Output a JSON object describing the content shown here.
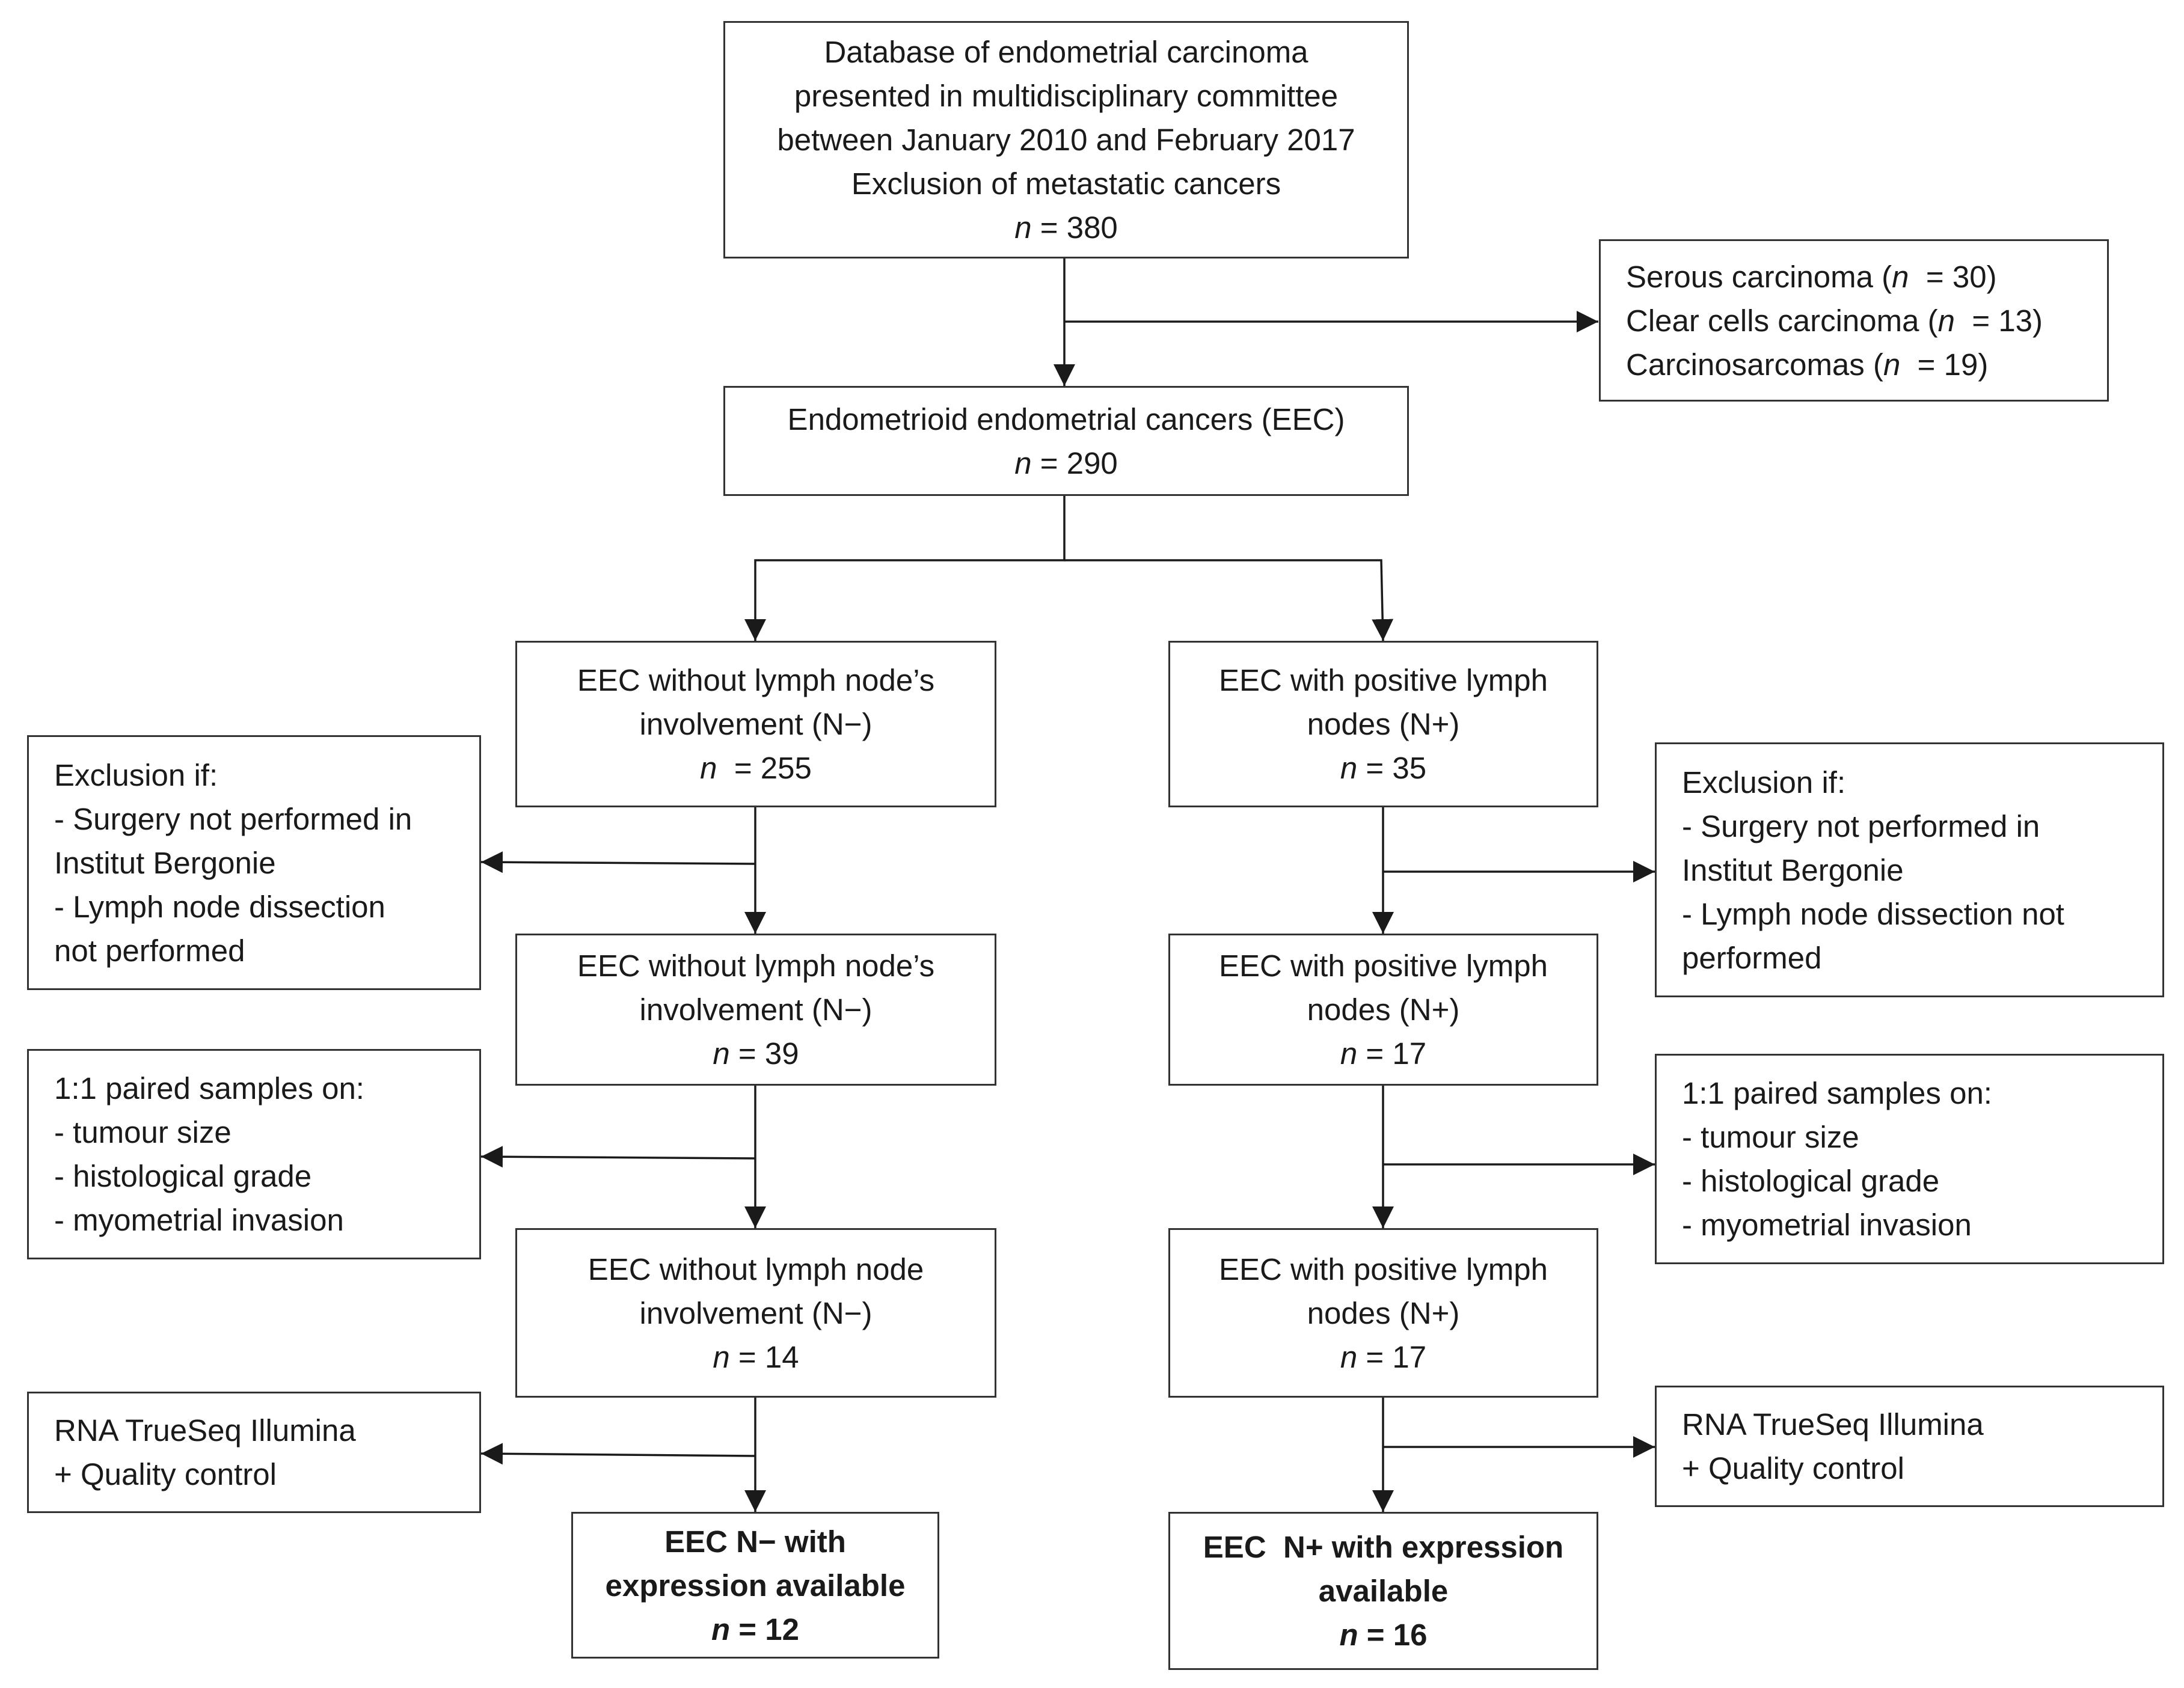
{
  "flowchart": {
    "boxes": [
      {
        "id": "top",
        "lines": [
          {
            "text": "Database of endometrial carcinoma"
          },
          {
            "text": "presented in multidisciplinary committee"
          },
          {
            "text": "between January 2010 and February 2017"
          },
          {
            "text": "Exclusion of metastatic cancers"
          },
          {
            "n": "n",
            "text": " = 380"
          }
        ]
      },
      {
        "id": "excluded_histology",
        "lines": [
          {
            "text": "Serous carcinoma (",
            "n": "n",
            "after": "  = 30)"
          },
          {
            "text": "Clear cells carcinoma (",
            "n": "n",
            "after": "  = 13)"
          },
          {
            "text": "Carcinosarcomas (",
            "n": "n",
            "after": "  = 19)"
          }
        ]
      },
      {
        "id": "eec",
        "lines": [
          {
            "text": "Endometrioid endometrial cancers (EEC)"
          },
          {
            "n": "n",
            "text": " = 290"
          }
        ]
      },
      {
        "id": "nneg1",
        "lines": [
          {
            "text": "EEC without lymph node’s"
          },
          {
            "text": "involvement (N−)"
          },
          {
            "n": "n",
            "text": "  = 255"
          }
        ]
      },
      {
        "id": "npos1",
        "lines": [
          {
            "text": "EEC with positive lymph"
          },
          {
            "text": "nodes (N+)"
          },
          {
            "n": "n",
            "text": " = 35"
          }
        ]
      },
      {
        "id": "excl_left",
        "lines": [
          {
            "text": "Exclusion if:"
          },
          {
            "text": "- Surgery not performed in"
          },
          {
            "text": "Institut Bergonie"
          },
          {
            "text": "- Lymph node dissection"
          },
          {
            "text": "not performed"
          }
        ]
      },
      {
        "id": "excl_right",
        "lines": [
          {
            "text": "Exclusion if:"
          },
          {
            "text": "- Surgery not performed in"
          },
          {
            "text": "Institut Bergonie"
          },
          {
            "text": "- Lymph node dissection not"
          },
          {
            "text": "performed"
          }
        ]
      },
      {
        "id": "nneg2",
        "lines": [
          {
            "text": "EEC without lymph node’s"
          },
          {
            "text": "involvement (N−)"
          },
          {
            "n": "n",
            "text": " = 39"
          }
        ]
      },
      {
        "id": "npos2",
        "lines": [
          {
            "text": "EEC with positive lymph"
          },
          {
            "text": "nodes (N+)"
          },
          {
            "n": "n",
            "text": " = 17"
          }
        ]
      },
      {
        "id": "paired_left",
        "lines": [
          {
            "text": "1:1 paired samples on:"
          },
          {
            "text": "- tumour size"
          },
          {
            "text": "- histological grade"
          },
          {
            "text": "- myometrial invasion"
          }
        ]
      },
      {
        "id": "paired_right",
        "lines": [
          {
            "text": "1:1 paired samples on:"
          },
          {
            "text": "- tumour size"
          },
          {
            "text": "- histological grade"
          },
          {
            "text": "- myometrial invasion"
          }
        ]
      },
      {
        "id": "nneg3",
        "lines": [
          {
            "text": "EEC without lymph node"
          },
          {
            "text": "involvement (N−)"
          },
          {
            "n": "n",
            "text": " = 14"
          }
        ]
      },
      {
        "id": "npos3",
        "lines": [
          {
            "text": "EEC with positive lymph"
          },
          {
            "text": "nodes (N+)"
          },
          {
            "n": "n",
            "text": " = 17"
          }
        ]
      },
      {
        "id": "rna_left",
        "lines": [
          {
            "text": "RNA TrueSeq Illumina"
          },
          {
            "text": "+ Quality control"
          }
        ]
      },
      {
        "id": "rna_right",
        "lines": [
          {
            "text": "RNA TrueSeq Illumina"
          },
          {
            "text": "+ Quality control"
          }
        ]
      },
      {
        "id": "final_left",
        "lines": [
          {
            "text": "EEC N− with"
          },
          {
            "text": "expression available"
          },
          {
            "n": "n",
            "text": " = 12"
          }
        ]
      },
      {
        "id": "final_right",
        "lines": [
          {
            "text": "EEC  N+ with expression"
          },
          {
            "text": "available"
          },
          {
            "n": "n",
            "text": " = 16"
          }
        ]
      }
    ]
  }
}
